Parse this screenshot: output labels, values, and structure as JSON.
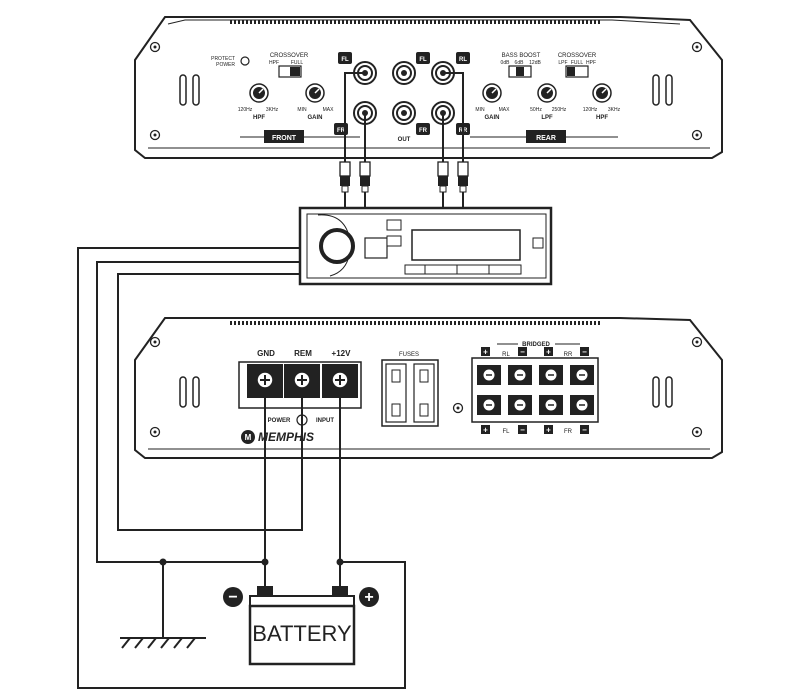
{
  "amp1": {
    "protect": "PROTECT",
    "power": "POWER",
    "crossover_left": "CROSSOVER",
    "hpf": "HPF",
    "full": "FULL",
    "lpf": "LPF",
    "knob_120hz": "120Hz",
    "knob_3khz": "3KHz",
    "hpf_label": "HPF",
    "min": "MIN",
    "max": "MAX",
    "gain": "GAIN",
    "bass_boost": "BASS BOOST",
    "bb_0db": "0dB",
    "bb_6db": "6dB",
    "bb_12db": "12dB",
    "crossover_right": "CROSSOVER",
    "knob_50hz": "50Hz",
    "knob_250hz": "250Hz",
    "lpf_label": "LPF",
    "front": "FRONT",
    "rear": "REAR",
    "out": "OUT",
    "fl": "FL",
    "fr": "FR",
    "rl": "RL",
    "rr": "RR"
  },
  "amp2": {
    "gnd": "GND",
    "rem": "REM",
    "plus12": "+12V",
    "fuses": "FUSES",
    "bridged": "BRIDGED",
    "rl": "RL",
    "rr": "RR",
    "fl": "FL",
    "fr": "FR",
    "power": "POWER",
    "input": "INPUT",
    "brand": "MEMPHIS",
    "plus": "+",
    "minus": "−"
  },
  "battery": {
    "label": "BATTERY",
    "neg": "−",
    "pos": "+"
  }
}
